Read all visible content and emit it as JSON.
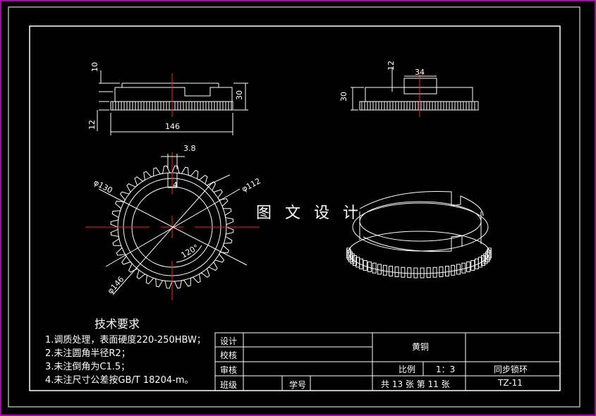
{
  "dimensions": {
    "side_top_height": "10",
    "side_total_height": "30",
    "side_bottom_height": "12",
    "side_width": "146",
    "right_slot_height": "12",
    "right_slot_width": "34",
    "right_total_height": "30",
    "slot_width": "3.8",
    "inner_dia": "φ130",
    "pitch_dia": "φ112",
    "outer_dia": "φ146",
    "angle": "120°",
    "small_depth": "4"
  },
  "watermark": "图 文 设 计",
  "tech_requirements": {
    "title": "技术要求",
    "items": [
      "1.调质处理，表面硬度220-250HBW；",
      "2.未注圆角半径R2；",
      "3.未注倒角为C1.5；",
      "4.未注尺寸公差按GB/T 18204-m。"
    ]
  },
  "title_block": {
    "design": "设计",
    "check": "校核",
    "review": "审核",
    "class": "班级",
    "student_no": "学号",
    "material": "黄铜",
    "scale_label": "比例",
    "scale_value": "1：3",
    "part_name": "同步锁环",
    "sheet_info": "共 13 张 第 11 张",
    "drawing_no": "TZ-11"
  },
  "colors": {
    "background": "#000000",
    "lines": "#ffffff",
    "centerlines": "#ff2020",
    "window_border": "#b000b0"
  }
}
